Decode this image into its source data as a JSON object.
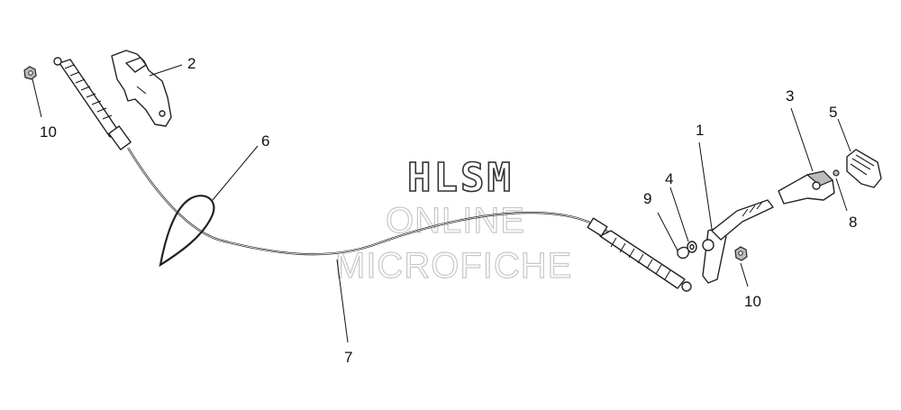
{
  "watermark": {
    "line1": "HLSM",
    "line2": "ONLINE",
    "line3": "MICROFICHE"
  },
  "callouts": {
    "c1": "1",
    "c2": "2",
    "c3": "3",
    "c4": "4",
    "c5": "5",
    "c6": "6",
    "c7": "7",
    "c8": "8",
    "c9": "9",
    "c10a": "10",
    "c10b": "10"
  }
}
